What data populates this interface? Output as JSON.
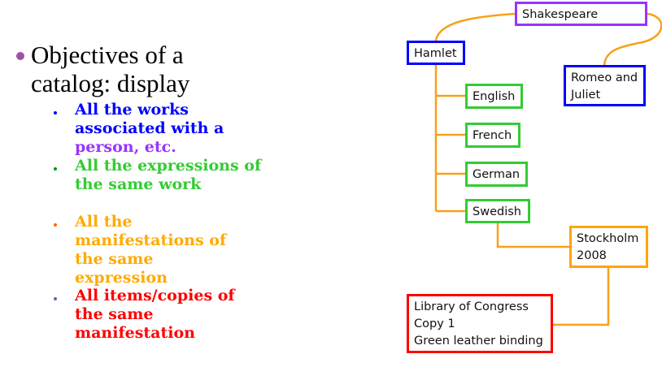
{
  "slide": {
    "heading": "Objectives of a catalog: display",
    "bullets": [
      {
        "text_a": "All the works associated with a",
        "text_b": "person, etc.",
        "color_a": "#0000ff",
        "color_b": "#9933ff"
      },
      {
        "text": "All the expressions of the same work",
        "color": "#33cc33"
      },
      {
        "text": "All the manifestations of the same expression",
        "color": "#ffaa00"
      },
      {
        "text": "All items/copies of the same manifestation",
        "color": "#ff0000"
      }
    ]
  },
  "diagram": {
    "person": "Shakespeare",
    "works": [
      "Hamlet",
      "Romeo and Juliet"
    ],
    "expressions": [
      "English",
      "French",
      "German",
      "Swedish"
    ],
    "manifestation": [
      "Stockholm",
      "2008"
    ],
    "item": [
      "Library of Congress",
      "Copy 1",
      "Green leather binding"
    ],
    "colors": {
      "person": "#9933ff",
      "work": "#0000ff",
      "expression": "#33cc33",
      "manifestation": "#ffa500",
      "item": "#ff0000",
      "connector": "#f7a11a"
    }
  }
}
